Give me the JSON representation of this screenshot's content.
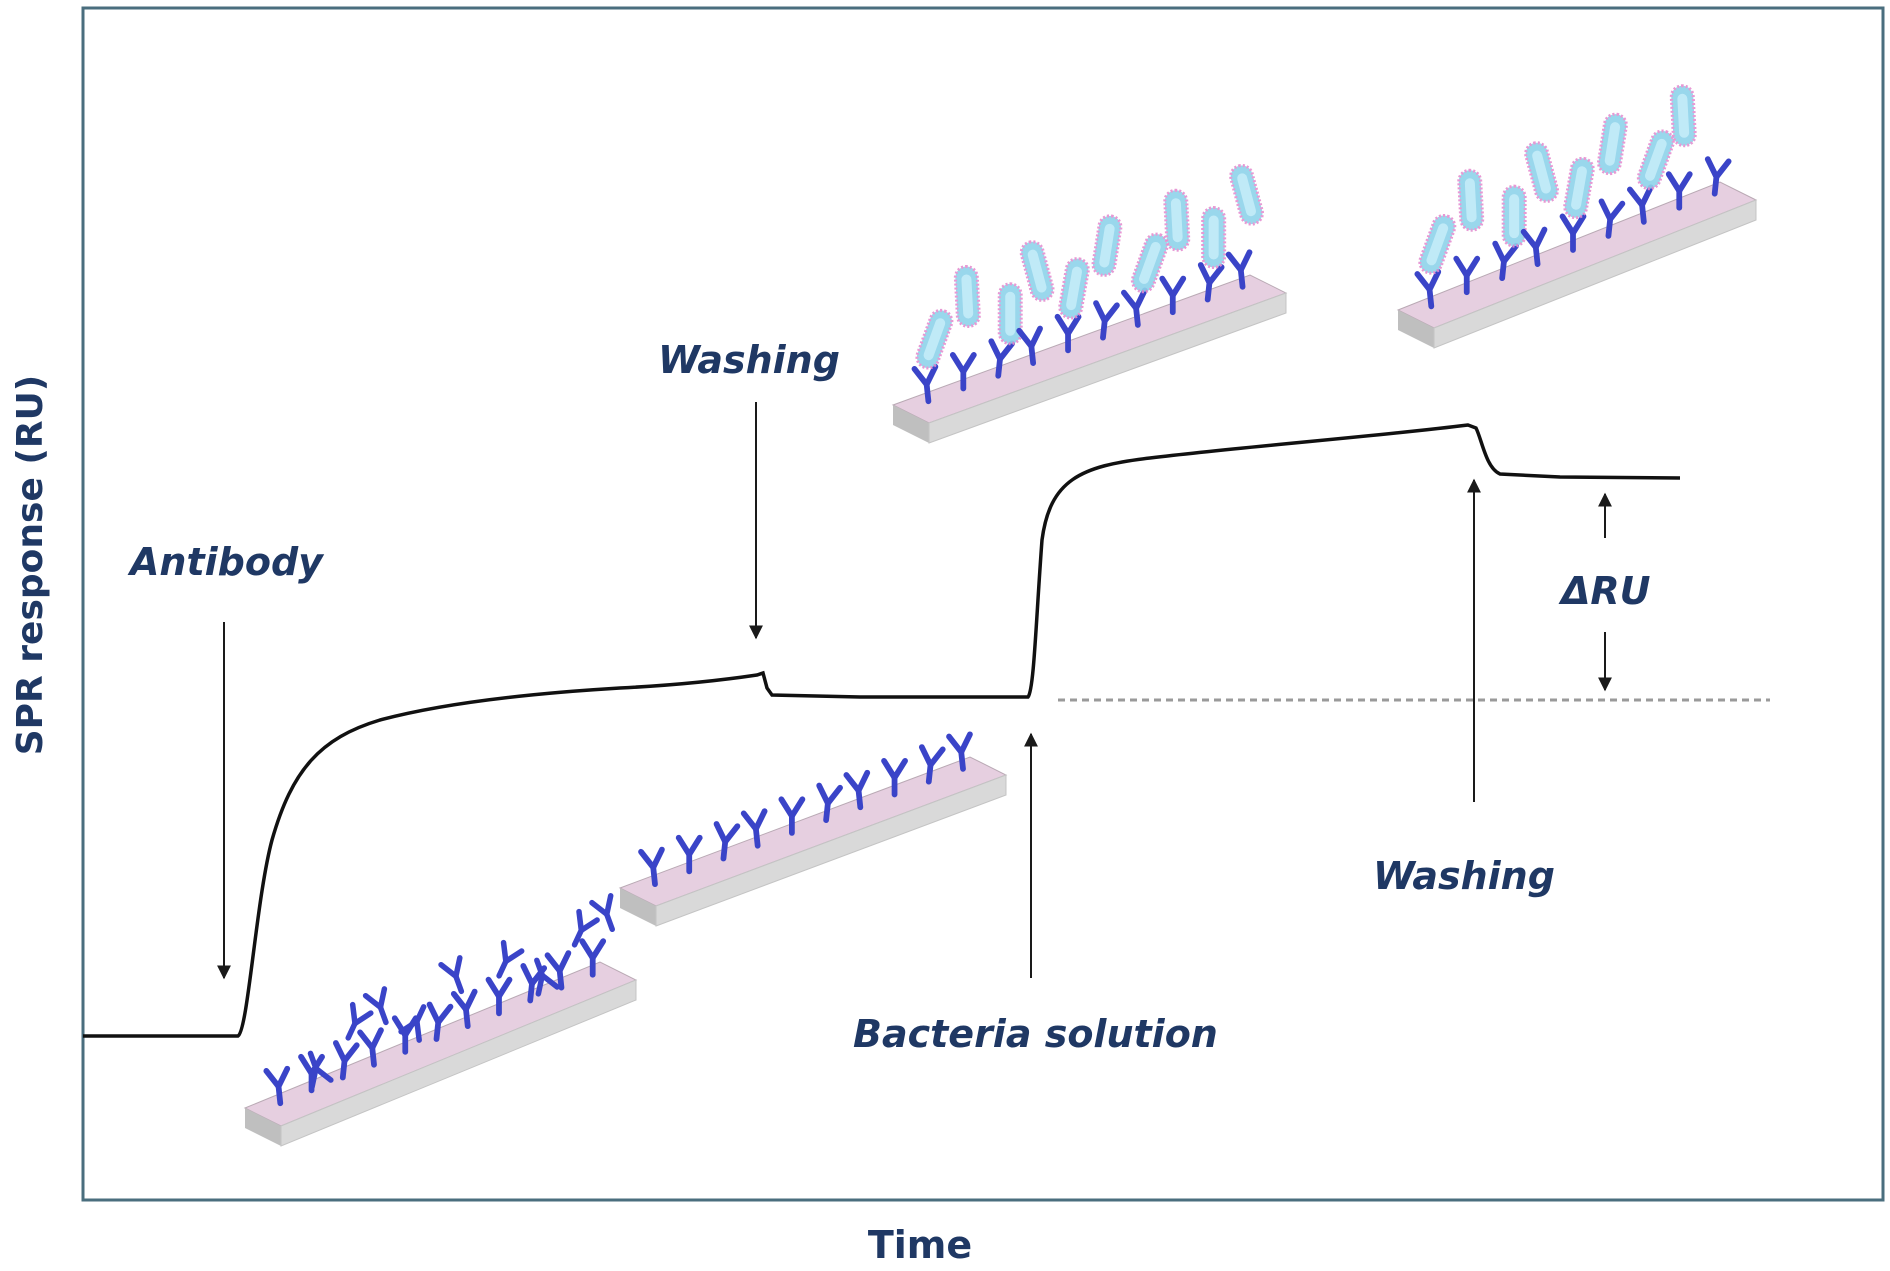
{
  "axes": {
    "y_title": "SPR response (RU)",
    "x_title": "Time"
  },
  "annotations": {
    "antibody": "Antibody",
    "washing_1": "Washing",
    "bacteria_solution": "Bacteria solution",
    "washing_2": "Washing",
    "delta_ru": "ΔRU"
  },
  "colors": {
    "frame": "#4a6e7e",
    "label": "#1f3864",
    "antibody": "#3a44c8",
    "bacteria": "#8fd3ea",
    "bacteria_outline": "#e58fd0",
    "slide_top": "#e6cfe0",
    "slide_side": "#d9d9d9"
  },
  "icons": {
    "chip_1": "sensor-chip-unbound-antibodies-icon",
    "chip_2": "sensor-chip-immobilized-antibodies-icon",
    "chip_3": "sensor-chip-bacteria-binding-icon",
    "chip_4": "sensor-chip-bound-bacteria-icon"
  }
}
